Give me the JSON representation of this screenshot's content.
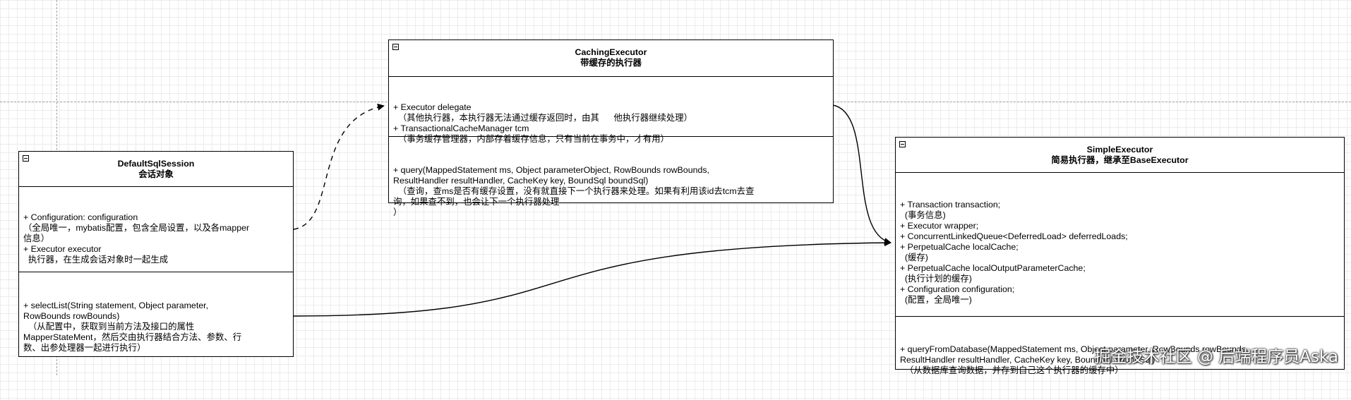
{
  "default_sql_session": {
    "title": "DefaultSqlSession",
    "subtitle": "会话对象",
    "attributes": [
      "+ Configuration: configuration",
      "（全局唯一，mybatis配置，包含全局设置，以及各mapper",
      "信息）",
      "+ Executor executor",
      "  执行器，在生成会话对象时一起生成"
    ],
    "methods": [
      "+ selectList(String statement, Object parameter,",
      "RowBounds rowBounds)",
      "  （从配置中，获取到当前方法及接口的属性",
      "MapperStateMent，然后交由执行器结合方法、参数、行",
      "数、出参处理器一起进行执行）"
    ]
  },
  "caching_executor": {
    "title": "CachingExecutor",
    "subtitle": "带缓存的执行器",
    "attributes": [
      "+ Executor delegate",
      "  （其他执行器，本执行器无法通过缓存返回时，由其      他执行器继续处理）",
      "+ TransactionalCacheManager tcm",
      "  （事务缓存管理器，内部存着缓存信息，只有当前在事务中，才有用）"
    ],
    "methods": [
      "+ query(MappedStatement ms, Object parameterObject, RowBounds rowBounds,",
      "ResultHandler resultHandler, CacheKey key, BoundSql boundSql)",
      "  （查询，查ms是否有缓存设置，没有就直接下一个执行器来处理。如果有利用该id去tcm去查",
      "询，如果查不到，也会让下一个执行器处理",
      "）"
    ]
  },
  "simple_executor": {
    "title": "SimpleExecutor",
    "subtitle": "简易执行器，继承至BaseExecutor",
    "attributes": [
      "+ Transaction transaction;",
      "  (事务信息)",
      "+ Executor wrapper;",
      "+ ConcurrentLinkedQueue<DeferredLoad> deferredLoads;",
      "+ PerpetualCache localCache;",
      "  (缓存)",
      "+ PerpetualCache localOutputParameterCache;",
      "  (执行计划的缓存)",
      "+ Configuration configuration;",
      "  (配置，全局唯一)"
    ],
    "methods": [
      "+ queryFromDatabase(MappedStatement ms, Object parameter, RowBounds rowBounds,",
      "ResultHandler resultHandler, CacheKey key, BoundSql boundSql)",
      "  （从数据库查询数据，并存到自己这个执行器的缓存中）"
    ]
  },
  "watermark": "掘金技术社区 @ 后端程序员Aska"
}
